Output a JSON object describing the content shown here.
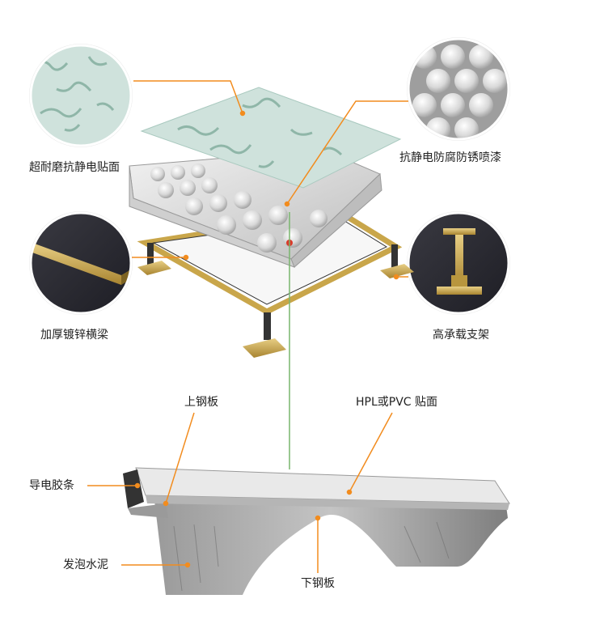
{
  "colors": {
    "leader_line": "#f28c1e",
    "panel_surface": "#c7ddd6",
    "panel_speckle": "#8fb6a8",
    "steel": "#d9d9d9",
    "brass": "#c9a64a",
    "concrete": "#8f8f8f",
    "background": "#ffffff"
  },
  "callouts": {
    "surface": "超耐磨抗静电贴面",
    "coating": "抗静电防腐防锈喷漆",
    "stringer": "加厚镀锌横梁",
    "pedestal": "高承载支架",
    "top_steel": "上钢板",
    "hpl_pvc": "HPL或PVC 贴面",
    "conductive_strip": "导电胶条",
    "foam_cement": "发泡水泥",
    "bottom_steel": "下钢板"
  },
  "icons": {
    "surface_circle": "speckled-laminate-icon",
    "coating_circle": "dimpled-steel-icon",
    "stringer_circle": "galvanized-beam-icon",
    "pedestal_circle": "pedestal-support-icon"
  }
}
